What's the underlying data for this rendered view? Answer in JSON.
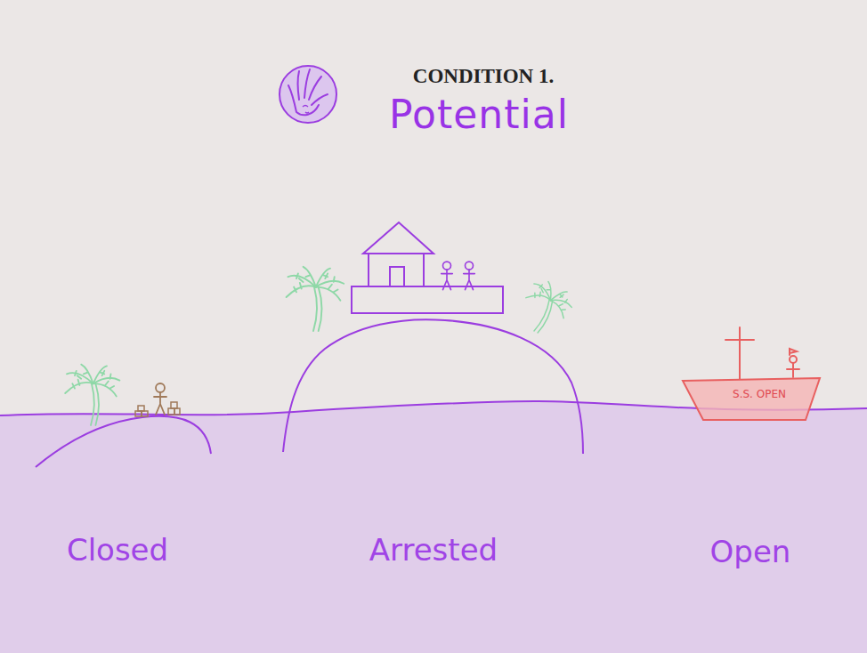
{
  "diagram": {
    "title": "Potential",
    "nodes": [
      {
        "text": [
          "S.S. OPEN"
        ]
      }
    ],
    "labels": [
      "CONDITION 1.",
      "Closed",
      "Arrested",
      "Open"
    ]
  }
}
